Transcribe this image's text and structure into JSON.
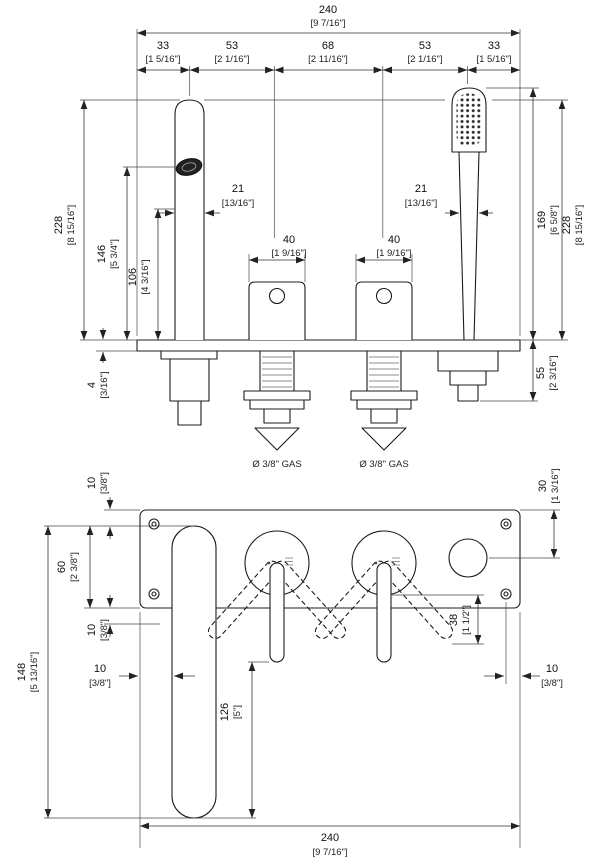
{
  "drawing": {
    "front": {
      "total_width": {
        "mm": "240",
        "in": "[9 7/16\"]"
      },
      "seg_left_outer": {
        "mm": "33",
        "in": "[1 5/16\"]"
      },
      "seg_left_inner": {
        "mm": "53",
        "in": "[2 1/16\"]"
      },
      "seg_center": {
        "mm": "68",
        "in": "[2 11/16\"]"
      },
      "seg_right_inner": {
        "mm": "53",
        "in": "[2 1/16\"]"
      },
      "seg_right_outer": {
        "mm": "33",
        "in": "[1 5/16\"]"
      },
      "height_left": {
        "mm": "228",
        "in": "[8 15/16\"]"
      },
      "spout_height": {
        "mm": "146",
        "in": "[5 3/4\"]"
      },
      "outlet_height": {
        "mm": "106",
        "in": "[4 3/16\"]"
      },
      "deck_thickness": {
        "mm": "4",
        "in": "[3/16\"]"
      },
      "spout_dia": {
        "mm": "21",
        "in": "[13/16\"]"
      },
      "shower_dia": {
        "mm": "21",
        "in": "[13/16\"]"
      },
      "handle_width_left": {
        "mm": "40",
        "in": "[1 9/16\"]"
      },
      "handle_width_right": {
        "mm": "40",
        "in": "[1 9/16\"]"
      },
      "shower_height": {
        "mm": "169",
        "in": "[6 5/8\"]"
      },
      "height_right": {
        "mm": "228",
        "in": "[8 15/16\"]"
      },
      "under_deck": {
        "mm": "55",
        "in": "[2 3/16\"]"
      },
      "gas_left": "Ø 3/8\" GAS",
      "gas_right": "Ø 3/8\" GAS"
    },
    "plan": {
      "offset_top": {
        "mm": "10",
        "in": "[3/8\"]"
      },
      "plate_height": {
        "mm": "60",
        "in": "[2 3/8\"]"
      },
      "offset_bottom": {
        "mm": "10",
        "in": "[3/8\"]"
      },
      "spout_length": {
        "mm": "148",
        "in": "[5 13/16\"]"
      },
      "offset_left": {
        "mm": "10",
        "in": "[3/8\"]"
      },
      "lever_length": {
        "mm": "126",
        "in": "[5\"]"
      },
      "circle_offset": {
        "mm": "30",
        "in": "[1 3/16\"]"
      },
      "lever_drop": {
        "mm": "38",
        "in": "[1 1/2\"]"
      },
      "offset_right": {
        "mm": "10",
        "in": "[3/8\"]"
      },
      "total_width": {
        "mm": "240",
        "in": "[9 7/16\"]"
      }
    }
  }
}
